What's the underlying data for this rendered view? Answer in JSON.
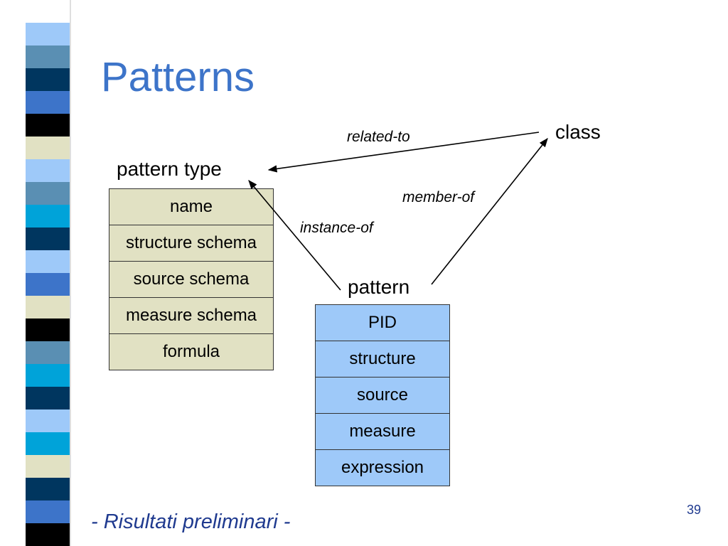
{
  "slide": {
    "title": "Patterns",
    "footer": "- Risultati preliminari -",
    "page_number": "39"
  },
  "decoration": {
    "stripe_colors": [
      "#ffffff",
      "#9ec9f9",
      "#5a8fb3",
      "#00365f",
      "#3d74c9",
      "#000000",
      "#e1e1c3",
      "#9ec9f9",
      "#5a8fb3",
      "#00a3d9",
      "#00365f",
      "#9ec9f9",
      "#3d74c9",
      "#e1e1c3",
      "#000000",
      "#5a8fb3",
      "#00a3d9",
      "#00365f",
      "#9ec9f9",
      "#00a3d9",
      "#e1e1c3",
      "#00365f",
      "#3d74c9",
      "#000000"
    ]
  },
  "diagram": {
    "nodes": {
      "pattern_type": {
        "label": "pattern type",
        "fields": [
          "name",
          "structure schema",
          "source schema",
          "measure schema",
          "formula"
        ]
      },
      "pattern": {
        "label": "pattern",
        "fields": [
          "PID",
          "structure",
          "source",
          "measure",
          "expression"
        ]
      },
      "class": {
        "label": "class"
      }
    },
    "edges": [
      {
        "from": "class",
        "to": "pattern type",
        "label": "related-to"
      },
      {
        "from": "pattern",
        "to": "class",
        "label": "member-of"
      },
      {
        "from": "pattern",
        "to": "pattern type",
        "label": "instance-of"
      }
    ]
  }
}
